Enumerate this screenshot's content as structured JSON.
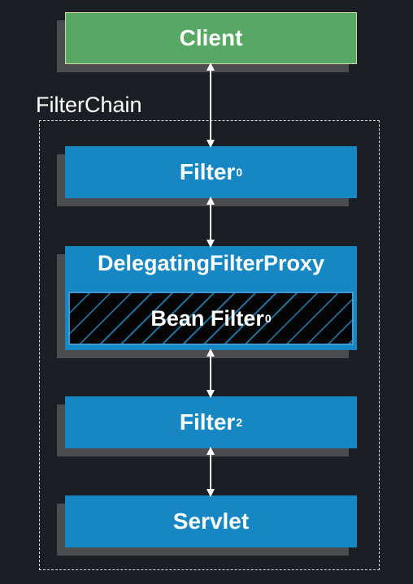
{
  "diagram": {
    "client_label": "Client",
    "chain_label": "FilterChain",
    "filter0": {
      "label": "Filter",
      "subscript": "0"
    },
    "proxy": {
      "label": "DelegatingFilterProxy",
      "bean": {
        "label": "Bean Filter",
        "subscript": "0"
      }
    },
    "filter2": {
      "label": "Filter",
      "subscript": "2"
    },
    "servlet_label": "Servlet"
  },
  "colors": {
    "background": "#1b1e24",
    "client": "#57a864",
    "filter": "#1787c4",
    "shadow": "#4a4c50",
    "arrow": "#ffffff"
  }
}
